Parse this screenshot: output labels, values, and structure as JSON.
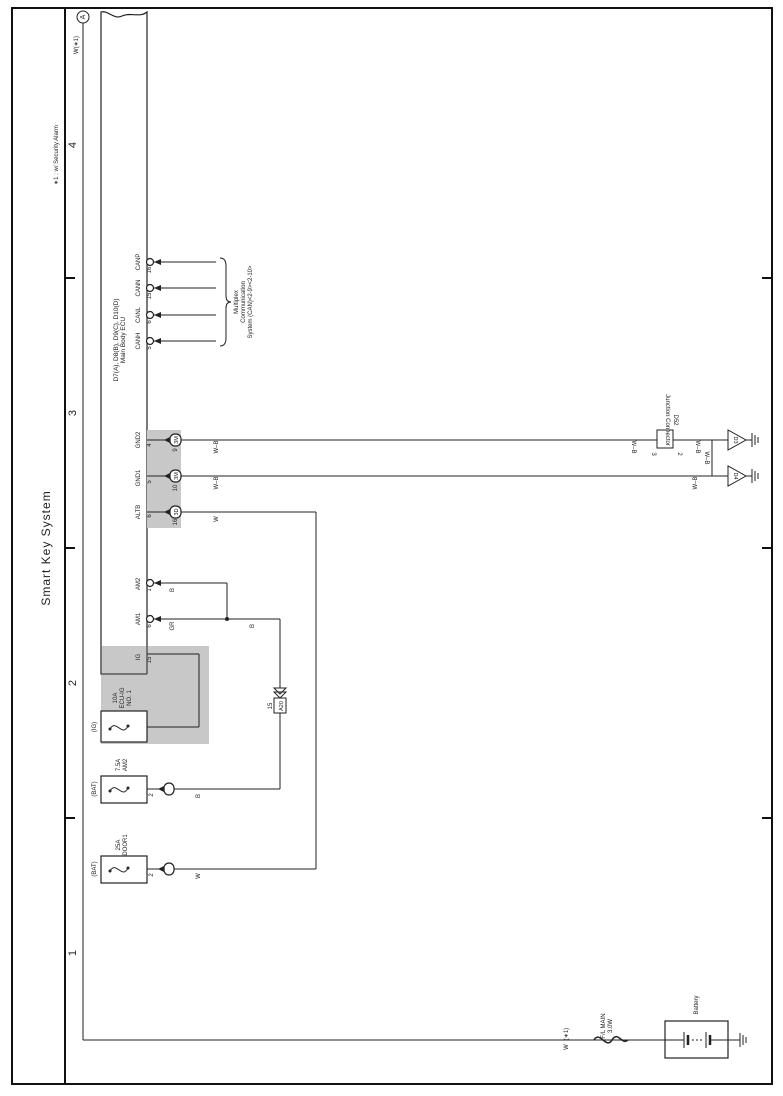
{
  "title": "Smart Key System",
  "section_numbers": [
    "4",
    "3",
    "2",
    "1"
  ],
  "note": "∗1 : w/ Security Alarm",
  "connector_marker": "A",
  "ecu": {
    "connectors": "D7(A), D8(B), D9(C), D10(D)",
    "name": "Main Body ECU",
    "can_pins": [
      {
        "name": "CANP",
        "pin": "16",
        "conn": "C"
      },
      {
        "name": "CANN",
        "pin": "15",
        "conn": "C"
      },
      {
        "name": "CANL",
        "pin": "6",
        "conn": "C"
      },
      {
        "name": "CANH",
        "pin": "5",
        "conn": "C"
      }
    ],
    "gnd2": {
      "name": "GND2",
      "ecu_pin": "4",
      "jb_pin": "9",
      "jb": "3M"
    },
    "gnd1": {
      "name": "GND1",
      "ecu_pin": "5",
      "jb_pin": "10",
      "jb": "3M"
    },
    "altb": {
      "name": "ALTB",
      "ecu_pin": "6",
      "jb_pin": "16",
      "jb": "3D"
    },
    "am2": {
      "name": "AM2",
      "pin": "1",
      "conn": "A"
    },
    "am1": {
      "name": "AM1",
      "pin": "6",
      "conn": "B"
    },
    "ig": {
      "name": "IG",
      "pin": "15"
    }
  },
  "multiplex": {
    "line1": "Multiplex",
    "line2": "Communication",
    "line3": "System (CAN)<2-9><2-10>"
  },
  "junction": {
    "code": "D52",
    "name": "Junction Connector",
    "pin3": "3",
    "pin2": "2"
  },
  "wires": {
    "w_b": "W–B",
    "w": "W",
    "b": "B",
    "gr": "GR",
    "w_star": "W(∗1)",
    "star1": "(∗1)"
  },
  "grounds": [
    "D3",
    "D4"
  ],
  "fuses": {
    "ecu_ig": {
      "amp": "10A",
      "name1": "ECU-IG",
      "name2": "NO. 1",
      "source": "(IG)",
      "pin": "15"
    },
    "am2": {
      "amp": "7.5A",
      "name": "AM2",
      "source": "(BAT)",
      "pin": "2"
    },
    "door": {
      "amp": "25A",
      "name": "DOOR1",
      "source": "(BAT)",
      "pin": "2"
    }
  },
  "ignition_switch": {
    "code": "A20",
    "pin": "15"
  },
  "fl_main": {
    "name": "F/L MAIN",
    "rating": "3.0W"
  },
  "battery": {
    "name": "Battery"
  }
}
